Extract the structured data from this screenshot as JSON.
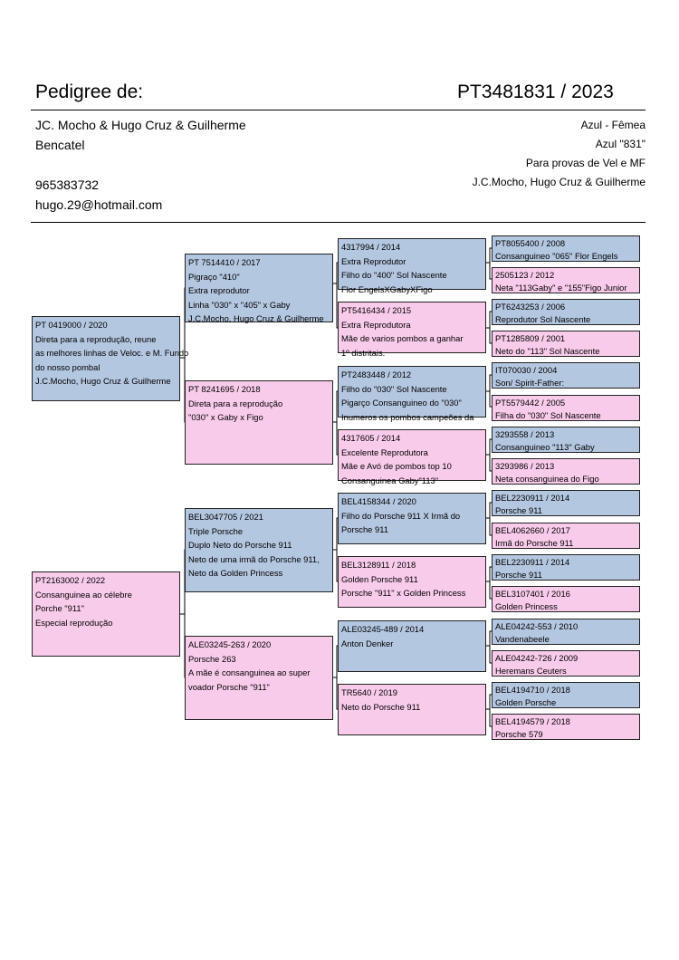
{
  "header": {
    "title": "Pedigree de:",
    "ring": "PT3481831 / 2023",
    "owner_lines": [
      "JC. Mocho & Hugo Cruz & Guilherme",
      "Bencatel",
      "",
      "965383732",
      "hugo.29@hotmail.com"
    ],
    "info_lines": [
      "Azul - Fêmea",
      "Azul \"831\"",
      "Para provas de Vel e MF",
      "J.C.Mocho, Hugo Cruz & Guilherme"
    ]
  },
  "birds": {
    "sire": [
      "PT 0419000 / 2020",
      "Direta para a reprodução, reune",
      "as melhores linhas de Veloc. e M. Fundo",
      "do nosso pombal",
      "J.C.Mocho, Hugo Cruz & Guilherme"
    ],
    "dam": [
      "PT2163002 / 2022",
      "Consanguinea ao célebre",
      "Porche  \"911\"",
      "Especial reprodução"
    ],
    "ss": [
      "PT 7514410 / 2017",
      "Pigraço \"410\"",
      "Extra reprodutor",
      "Linha \"030\" x \"405\" x Gaby",
      "J.C.Mocho, Hugo Cruz & Guilherme"
    ],
    "sd": [
      "PT 8241695 / 2018",
      "Direta para a reprodução",
      "\"030\" x Gaby x Figo"
    ],
    "ds": [
      "BEL3047705 / 2021",
      "Triple Porsche",
      "Duplo Neto do Porsche 911",
      "Neto de uma irmã do Porsche 911,",
      "Neto da Golden Princess"
    ],
    "dd": [
      "ALE03245-263 / 2020",
      "Porsche 263",
      "A mãe é consanguinea ao super",
      "voador Porsche \"911\""
    ],
    "sss": [
      "4317994 / 2014",
      "Extra Reprodutor",
      "Filho do \"400\" Sol Nascente",
      "Flor EngelsXGabyXFigo"
    ],
    "ssd": [
      "PT5416434 / 2015",
      "Extra Reprodutora",
      "Mãe de varios pombos a ganhar",
      "1º distritais."
    ],
    "sds": [
      "PT2483448 / 2012",
      "Filho do \"030\" Sol Nascente",
      "Pigarço Consanguineo do  \"030\"",
      "Inumeros os pombos campeões da"
    ],
    "sdd": [
      "4317605 / 2014",
      "Excelente Reprodutora",
      "Mãe e Avó de pombos top 10",
      "Consanguinea Gaby\"113\""
    ],
    "dss": [
      "BEL4158344 / 2020",
      "Filho do Porsche 911 X Irmã do",
      "Porsche 911"
    ],
    "dsd": [
      "BEL3128911 / 2018",
      "Golden Porsche 911",
      "Porsche \"911\" x Golden Princess"
    ],
    "dds": [
      "ALE03245-489 / 2014",
      "Anton Denker"
    ],
    "ddd": [
      "TR5640 / 2019",
      "Neto do Porsche 911"
    ],
    "ssss": [
      "PT8055400 / 2008",
      "Consanguineo \"065\" Flor Engels"
    ],
    "sssd": [
      "2505123 / 2012",
      "Neta \"113Gaby\" e \"155\"Figo Junior"
    ],
    "ssds": [
      "PT6243253 / 2006",
      "Reprodutor Sol Nascente"
    ],
    "ssdd": [
      "PT1285809 / 2001",
      "Neto do \"113\" Sol Nascente"
    ],
    "sdss": [
      "IT070030 / 2004",
      "Son/ Spirit-Father:"
    ],
    "sdsd": [
      "PT5579442 / 2005",
      "Filha do \"030\" Sol Nascente"
    ],
    "sdds": [
      "3293558 / 2013",
      "Consanguineo \"113\" Gaby"
    ],
    "sddd": [
      "3293986 / 2013",
      "Neta consanguinea do Figo"
    ],
    "dsss": [
      "BEL2230911 / 2014",
      "Porsche 911"
    ],
    "dssd": [
      "BEL4062660 / 2017",
      "Irmã do Porsche 911"
    ],
    "dsds": [
      "BEL2230911 / 2014",
      "Porsche 911"
    ],
    "dsdd": [
      "BEL3107401 / 2016",
      "Golden Princess"
    ],
    "ddss": [
      "ALE04242-553 / 2010",
      "Vandenabeele"
    ],
    "ddsd": [
      "ALE04242-726 / 2009",
      "Heremans Ceuters"
    ],
    "ddds": [
      "BEL4194710 / 2018",
      "Golden Porsche"
    ],
    "dddd": [
      "BEL4194579 / 2018",
      "Porsche 579"
    ]
  },
  "colors": {
    "male": "#b4c7e0",
    "female": "#f9cbeb"
  }
}
